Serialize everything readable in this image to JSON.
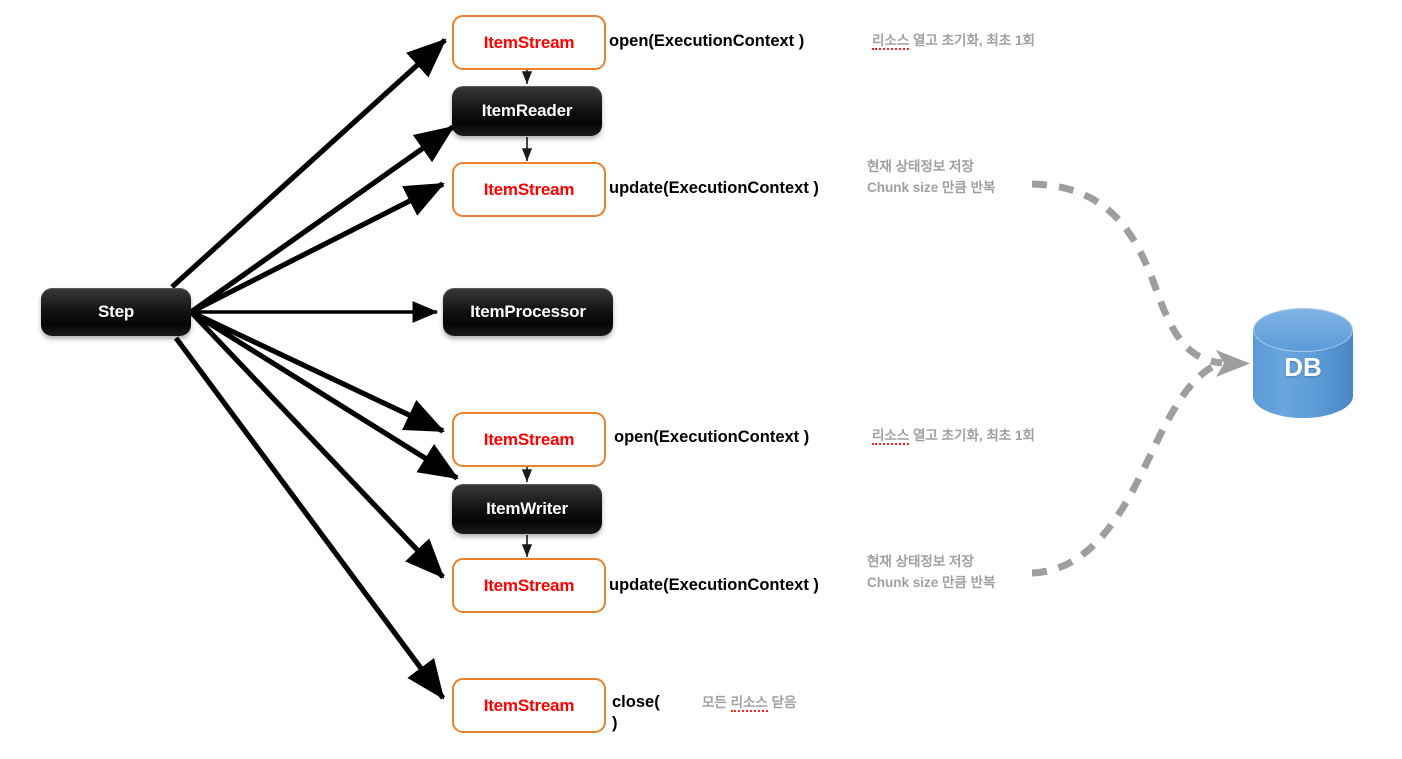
{
  "diagram": {
    "title": "Spring Batch Step / ItemStream lifecycle",
    "colors": {
      "stream_border": "#e8822e",
      "stream_text": "#ff0000",
      "node_fill": "#0a0a0a",
      "node_text": "#ffffff",
      "note_text": "#a0a0a0",
      "spell_underline": "#ff2020",
      "db_fill": "#5b9bd8",
      "dashed_edge": "#9e9e9e",
      "solid_edge": "#000000",
      "background": "#ffffff"
    },
    "nodes": {
      "step": {
        "label": "Step"
      },
      "reader": {
        "label": "ItemReader"
      },
      "processor": {
        "label": "ItemProcessor"
      },
      "writer": {
        "label": "ItemWriter"
      },
      "stream_reader_open": {
        "label": "ItemStream"
      },
      "stream_reader_update": {
        "label": "ItemStream"
      },
      "stream_writer_open": {
        "label": "ItemStream"
      },
      "stream_writer_update": {
        "label": "ItemStream"
      },
      "stream_close": {
        "label": "ItemStream"
      },
      "db": {
        "label": "DB"
      }
    },
    "methods": {
      "reader_open": "open(ExecutionContext )",
      "reader_update": "update(ExecutionContext )",
      "writer_open": "open(ExecutionContext )",
      "writer_update": "update(ExecutionContext )",
      "close": "close(\n)"
    },
    "notes": {
      "reader_open": {
        "spell": "리소스",
        "rest": " 열고 초기화, 최초 1회"
      },
      "reader_update": {
        "line1": "현재 상태정보 저장",
        "line2": "Chunk size 만큼 반복"
      },
      "writer_open": {
        "spell": "리소스",
        "rest": " 열고 초기화, 최초 1회"
      },
      "writer_update": {
        "line1": "현재 상태정보 저장",
        "line2": "Chunk size 만큼 반복"
      },
      "close": {
        "pre": "모든 ",
        "spell": "리소스",
        "rest": " 닫음"
      }
    }
  }
}
